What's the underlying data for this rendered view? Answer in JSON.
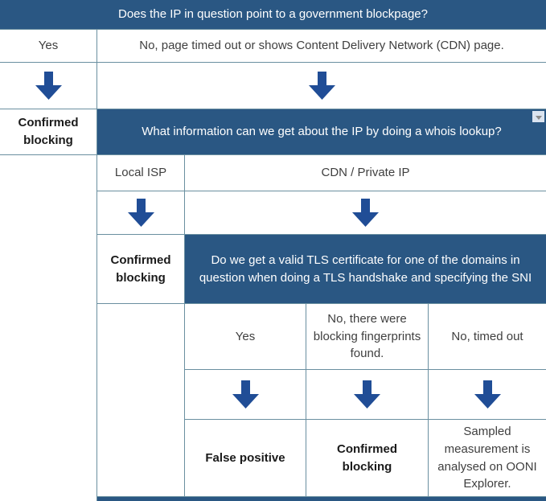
{
  "colors": {
    "header_bg": "#2A5783",
    "header_text": "#FFFFFF",
    "arrow": "#204D96",
    "border": "#6A8FA0",
    "text": "#3F3F3F",
    "bold_text": "#1A1A1A",
    "filter_btn_bg": "#DBE4F0",
    "filter_btn_arrow": "#8A8A8A"
  },
  "icons": {
    "down_arrow": "down-arrow-icon",
    "filter_dropdown": "filter-dropdown-icon"
  },
  "flowchart": {
    "q1": {
      "question": "Does the IP in question point to a government blockpage?",
      "answer_yes": "Yes",
      "answer_no": "No, page timed out or shows Content Delivery Network (CDN) page.",
      "outcome_yes": "Confirmed blocking"
    },
    "q2": {
      "question": "What information can we get about the IP by doing a whois lookup?",
      "answer_local_isp": "Local ISP",
      "answer_cdn": "CDN / Private IP",
      "outcome_local_isp": "Confirmed blocking"
    },
    "q3": {
      "question": "Do we get a valid TLS certificate for one of the domains in question when doing a TLS handshake and specifying the SNI",
      "answer_yes": "Yes",
      "answer_no_fingerprints": "No, there were blocking fingerprints found.",
      "answer_no_timeout": "No, timed out",
      "outcome_yes": "False positive",
      "outcome_no_fingerprints": "Confirmed blocking",
      "outcome_no_timeout": "Sampled measurement is analysed on OONI Explorer."
    }
  }
}
